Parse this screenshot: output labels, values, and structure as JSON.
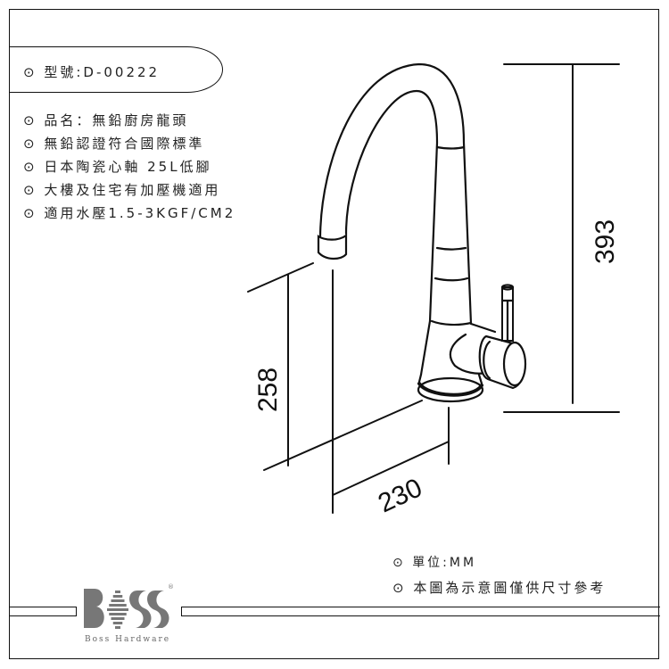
{
  "model": {
    "bullet": "⊙",
    "label": "型號:D-00222"
  },
  "specs": [
    "品名：無鉛廚房龍頭",
    "無鉛認證符合國際標準",
    "日本陶瓷心軸  25L低腳",
    "大樓及住宅有加壓機適用",
    "適用水壓1.5-3KGF/CM2"
  ],
  "dimensions": {
    "height": "393",
    "spout_height": "258",
    "reach": "230"
  },
  "notes": [
    "單位:MM",
    "本圖為示意圖僅供尺寸參考"
  ],
  "brand": {
    "logo": "BOSS",
    "subtitle": "Boss Hardware",
    "registered": "®"
  },
  "colors": {
    "line": "#111111",
    "logo": "#777777"
  }
}
